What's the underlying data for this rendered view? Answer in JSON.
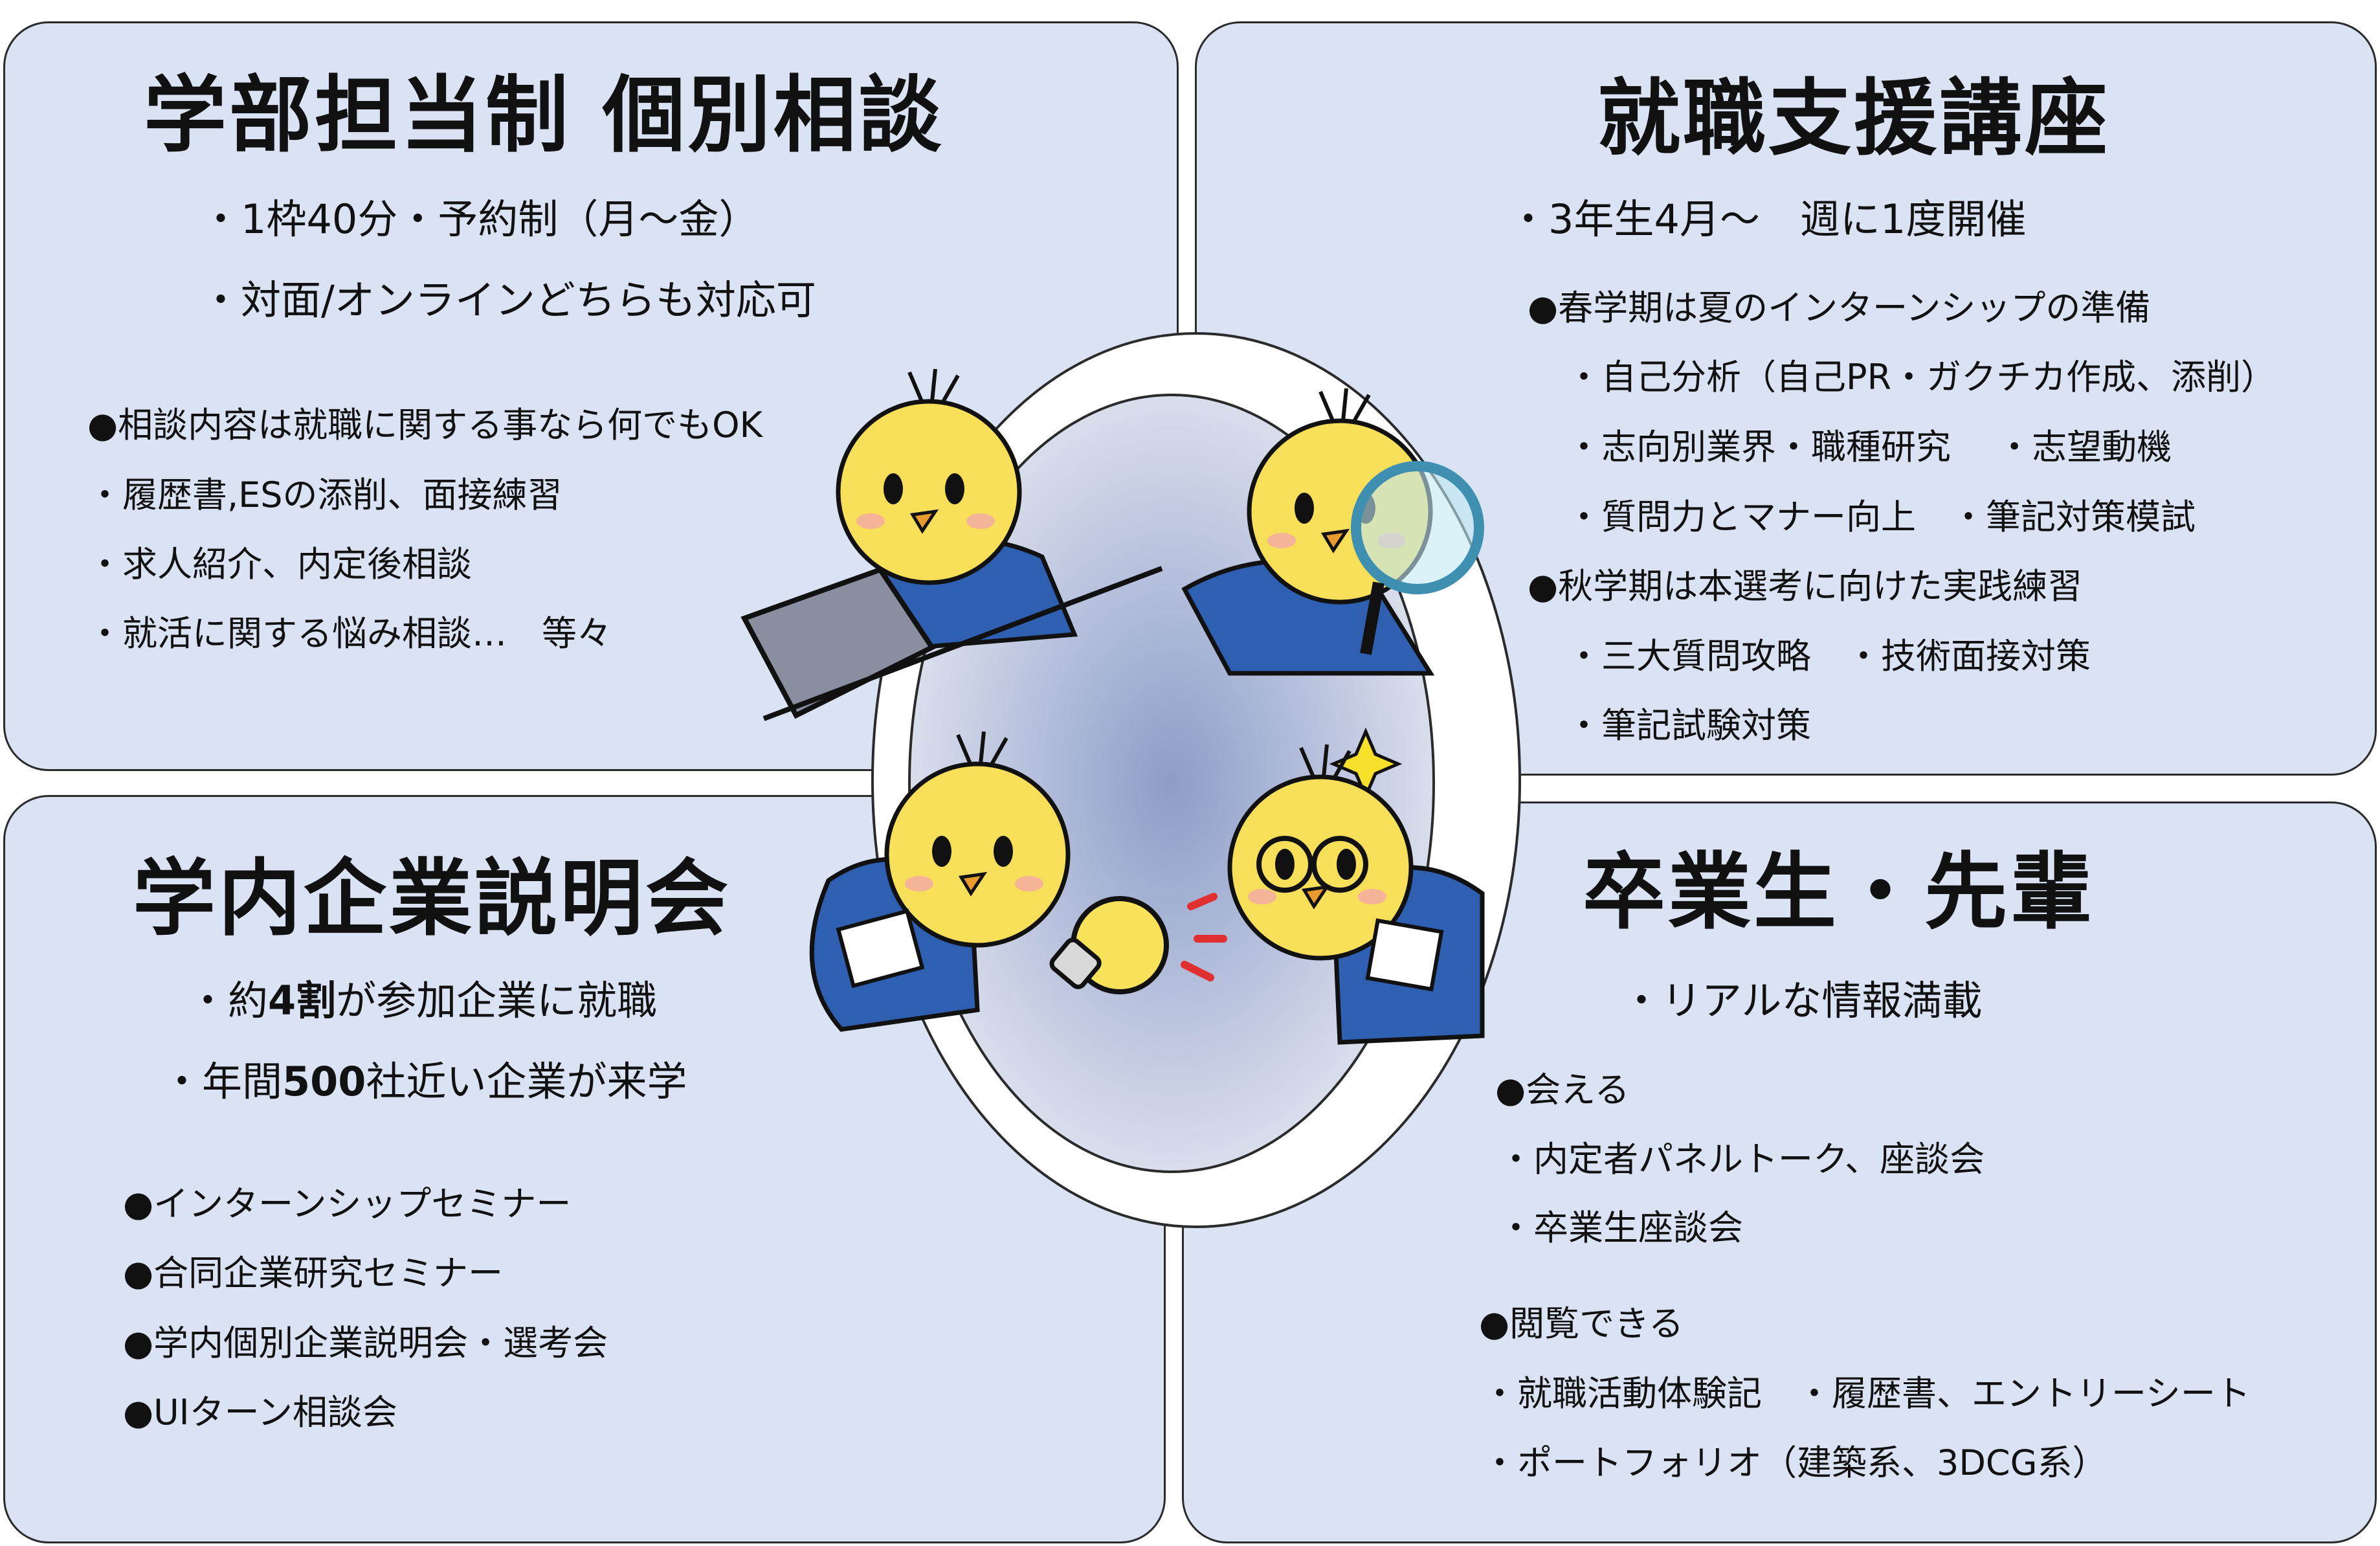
{
  "panels": {
    "top_left": {
      "title": "学部担当制 個別相談",
      "lines": [
        "・1枠40分・予約制（月～金）",
        "・対面/オンラインどちらも対応可",
        "●相談内容は就職に関する事なら何でもOK",
        "・履歴書,ESの添削、面接練習",
        "・求人紹介、内定後相談",
        "・就活に関する悩み相談…　等々"
      ]
    },
    "top_right": {
      "title": "就職支援講座",
      "lines": [
        "・3年生4月～　週に1度開催",
        "●春学期は夏のインターンシップの準備",
        "・自己分析（自己PR・ガクチカ作成、添削）",
        "・志向別業界・職種研究　 ・志望動機",
        "・質問力とマナー向上　・筆記対策模試",
        "●秋学期は本選考に向けた実践練習",
        "・三大質問攻略　・技術面接対策",
        "・筆記試験対策"
      ]
    },
    "bottom_left": {
      "title": "学内企業説明会",
      "line1_pre": "・約",
      "line1_bold": "4割",
      "line1_post": "が参加企業に就職",
      "line2_pre": "・年間",
      "line2_bold": "500",
      "line2_post": "社近い企業が来学",
      "items": [
        "●インターンシップセミナー",
        "●合同企業研究セミナー",
        "●学内個別企業説明会・選考会",
        "●UIターン相談会"
      ]
    },
    "bottom_right": {
      "title": "卒業生・先輩",
      "lines": [
        "・リアルな情報満載",
        "●会える",
        "・内定者パネルトーク、座談会",
        "・卒業生座談会",
        "●閲覧できる",
        "・就職活動体験記　・履歴書、エントリーシート",
        "・ポートフォリオ（建築系、3DCG系）"
      ]
    }
  },
  "colors": {
    "panel_fill": "#dae3f3",
    "mascot_yellow": "#f8df5a",
    "shirt_blue": "#2e5fb0",
    "center_oval": "#aab6d3"
  },
  "icons": [
    "chick-mascot-laptop",
    "chick-mascot-magnifier",
    "chick-mascot-thinking",
    "chick-mascot-glasses",
    "lightbulb-icon",
    "sparkle-icon"
  ]
}
